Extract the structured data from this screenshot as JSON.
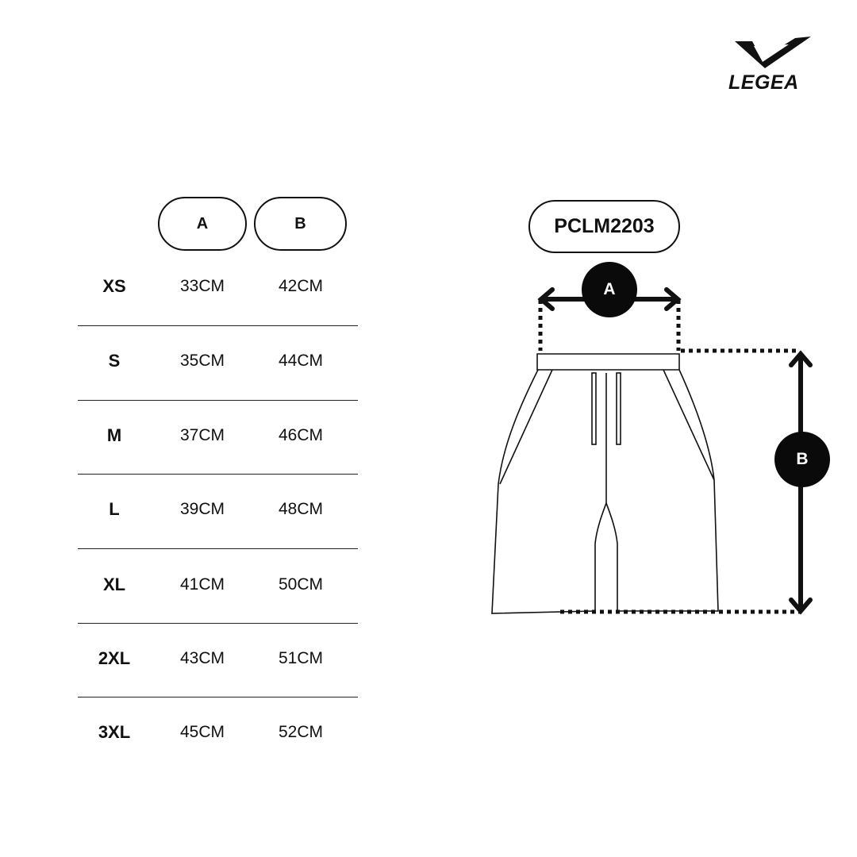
{
  "brand": {
    "name": "LEGEA"
  },
  "table": {
    "headers": {
      "a": "A",
      "b": "B"
    },
    "rows": [
      {
        "size": "XS",
        "a": "33CM",
        "b": "42CM"
      },
      {
        "size": "S",
        "a": "35CM",
        "b": "44CM"
      },
      {
        "size": "M",
        "a": "37CM",
        "b": "46CM"
      },
      {
        "size": "L",
        "a": "39CM",
        "b": "48CM"
      },
      {
        "size": "XL",
        "a": "41CM",
        "b": "50CM"
      },
      {
        "size": "2XL",
        "a": "43CM",
        "b": "51CM"
      },
      {
        "size": "3XL",
        "a": "45CM",
        "b": "52CM"
      }
    ]
  },
  "diagram": {
    "product_code": "PCLM2203",
    "label_a": "A",
    "label_b": "B",
    "garment_icon": "shorts-icon"
  },
  "colors": {
    "ink": "#111111",
    "background": "#ffffff"
  }
}
